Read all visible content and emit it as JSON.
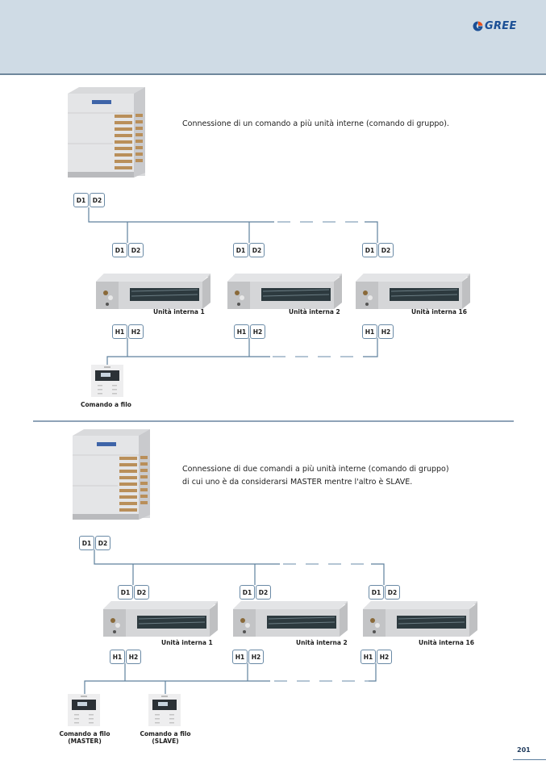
{
  "header": {
    "brand": "GREE",
    "brand_colors": {
      "mark": "#e8501a",
      "text": "#1b4f95"
    },
    "background": "#cfdbe5"
  },
  "diagram1": {
    "description": "Connessione di un comando a più unità interne (comando di gruppo).",
    "outdoor_terminals": [
      "D1",
      "D2"
    ],
    "indoor_units": [
      {
        "label": "Unità interna 1",
        "d_terminals": [
          "D1",
          "D2"
        ],
        "h_terminals": [
          "H1",
          "H2"
        ]
      },
      {
        "label": "Unità interna 2",
        "d_terminals": [
          "D1",
          "D2"
        ],
        "h_terminals": [
          "H1",
          "H2"
        ]
      },
      {
        "label": "Unità interna 16",
        "d_terminals": [
          "D1",
          "D2"
        ],
        "h_terminals": [
          "H1",
          "H2"
        ]
      }
    ],
    "controllers": [
      {
        "label": "Comando a filo"
      }
    ]
  },
  "diagram2": {
    "description_line1": "Connessione di due comandi a più unità interne (comando di gruppo)",
    "description_line2": "di cui uno è da considerarsi MASTER mentre l'altro è SLAVE.",
    "outdoor_terminals": [
      "D1",
      "D2"
    ],
    "indoor_units": [
      {
        "label": "Unità interna 1",
        "d_terminals": [
          "D1",
          "D2"
        ],
        "h_terminals": [
          "H1",
          "H2"
        ]
      },
      {
        "label": "Unità interna 2",
        "d_terminals": [
          "D1",
          "D2"
        ],
        "h_terminals": [
          "H1",
          "H2"
        ]
      },
      {
        "label": "Unità interna 16",
        "d_terminals": [
          "D1",
          "D2"
        ],
        "h_terminals": [
          "H1",
          "H2"
        ]
      }
    ],
    "controllers": [
      {
        "label_line1": "Comando a filo",
        "label_line2": "(MASTER)"
      },
      {
        "label_line1": "Comando a filo",
        "label_line2": "(SLAVE)"
      }
    ]
  },
  "footer": {
    "page_number": "201"
  },
  "colors": {
    "wire": "#5f819e",
    "wire_dashed": "#9bb2c6",
    "terminal_border": "#6a8aa6",
    "divider": "#8ea3b8"
  }
}
